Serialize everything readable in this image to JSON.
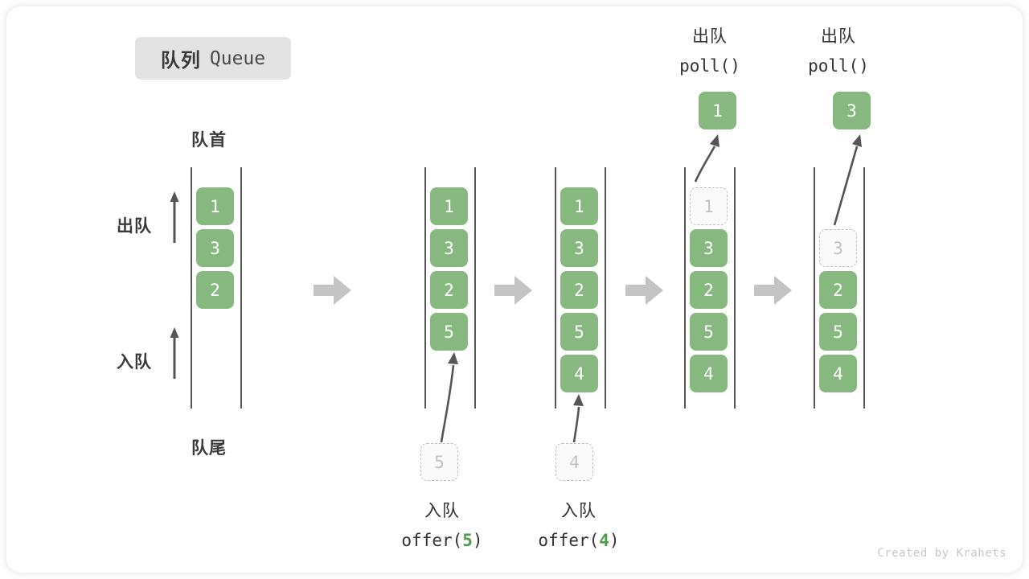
{
  "diagram": {
    "title_cn": "队列",
    "title_en": "Queue",
    "front_label": "队首",
    "rear_label": "队尾",
    "dequeue_label": "出队",
    "enqueue_label": "入队",
    "credit": "Created by Krahets",
    "colors": {
      "cell_fill": "#86b87f",
      "cell_text": "#ffffff",
      "ghost_fill": "#fafafa",
      "ghost_border": "#c2c2c2",
      "ghost_text": "#c2c2c2",
      "rail": "#555555",
      "arrow": "#555555",
      "step_arrow": "#c4c4c4",
      "badge_bg": "#e3e3e3",
      "label_text": "#333333",
      "accent_green": "#4e9a4e",
      "credit_text": "#c9c9c9"
    }
  },
  "steps": [
    {
      "id": "initial",
      "cells": [
        {
          "value": "1",
          "state": "filled"
        },
        {
          "value": "3",
          "state": "filled"
        },
        {
          "value": "2",
          "state": "filled"
        }
      ],
      "op_cn": "",
      "op_code": "",
      "op_arg": "",
      "ghost": null,
      "popped": null
    },
    {
      "id": "offer-5",
      "cells": [
        {
          "value": "1",
          "state": "filled"
        },
        {
          "value": "3",
          "state": "filled"
        },
        {
          "value": "2",
          "state": "filled"
        },
        {
          "value": "5",
          "state": "filled"
        }
      ],
      "op_cn": "入队",
      "op_code_pre": "offer(",
      "op_arg": "5",
      "op_code_post": ")",
      "ghost": {
        "value": "5"
      },
      "popped": null
    },
    {
      "id": "offer-4",
      "cells": [
        {
          "value": "1",
          "state": "filled"
        },
        {
          "value": "3",
          "state": "filled"
        },
        {
          "value": "2",
          "state": "filled"
        },
        {
          "value": "5",
          "state": "filled"
        },
        {
          "value": "4",
          "state": "filled"
        }
      ],
      "op_cn": "入队",
      "op_code_pre": "offer(",
      "op_arg": "4",
      "op_code_post": ")",
      "ghost": {
        "value": "4"
      },
      "popped": null
    },
    {
      "id": "poll-1",
      "cells": [
        {
          "value": "1",
          "state": "ghost"
        },
        {
          "value": "3",
          "state": "filled"
        },
        {
          "value": "2",
          "state": "filled"
        },
        {
          "value": "5",
          "state": "filled"
        },
        {
          "value": "4",
          "state": "filled"
        }
      ],
      "op_cn": "出队",
      "op_code_pre": "poll(",
      "op_arg": "",
      "op_code_post": ")",
      "ghost": null,
      "popped": {
        "value": "1"
      }
    },
    {
      "id": "poll-3",
      "cells": [
        {
          "value": "",
          "state": "empty"
        },
        {
          "value": "3",
          "state": "ghost"
        },
        {
          "value": "2",
          "state": "filled"
        },
        {
          "value": "5",
          "state": "filled"
        },
        {
          "value": "4",
          "state": "filled"
        }
      ],
      "op_cn": "出队",
      "op_code_pre": "poll(",
      "op_arg": "",
      "op_code_post": ")",
      "ghost": null,
      "popped": {
        "value": "3"
      }
    }
  ]
}
